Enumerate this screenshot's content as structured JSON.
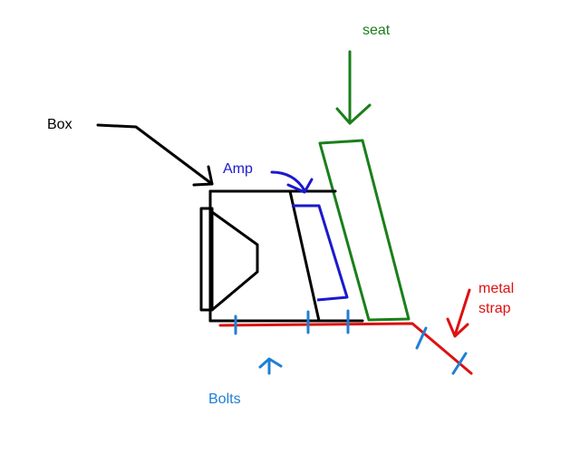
{
  "labels": {
    "seat": "seat",
    "box": "Box",
    "amp": "Amp",
    "metal_strap_line1": "metal",
    "metal_strap_line2": "strap",
    "bolts": "Bolts"
  },
  "colors": {
    "box": "#000000",
    "seat": "#1a7f1a",
    "amp": "#1a1acc",
    "strap": "#dd1111",
    "bolts": "#1e7fd6"
  }
}
